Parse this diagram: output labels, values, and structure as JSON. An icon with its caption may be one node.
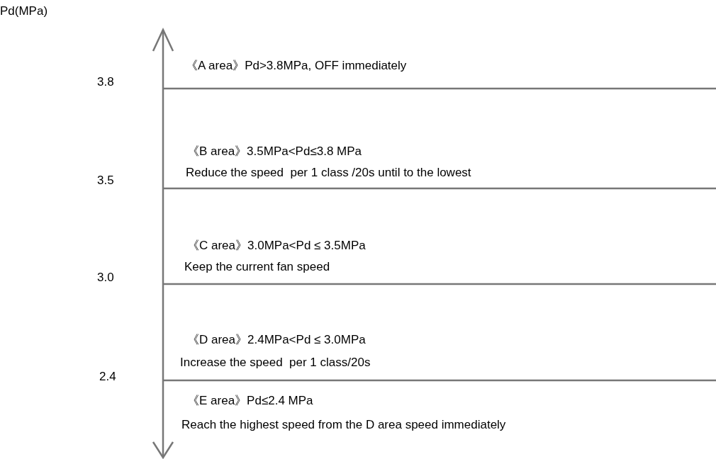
{
  "diagram": {
    "labels": [
      "Pd(MPa)",
      "《A area》Pd>3.8MPa, OFF immediately",
      "3.8",
      "《B area》3.5MPa<Pd≤3.8 MPa",
      "Reduce the speed  per 1 class /20s until to the lowest",
      "3.5",
      "《C area》3.0MPa<Pd ≤ 3.5MPa",
      "Keep the current fan speed",
      "3.0",
      "《D area》2.4MPa<Pd ≤ 3.0MPa",
      "Increase the speed  per 1 class/20s",
      "2.4",
      "《E area》Pd≤2.4 MPa",
      "Reach the highest speed from the D area speed immediately"
    ]
  }
}
